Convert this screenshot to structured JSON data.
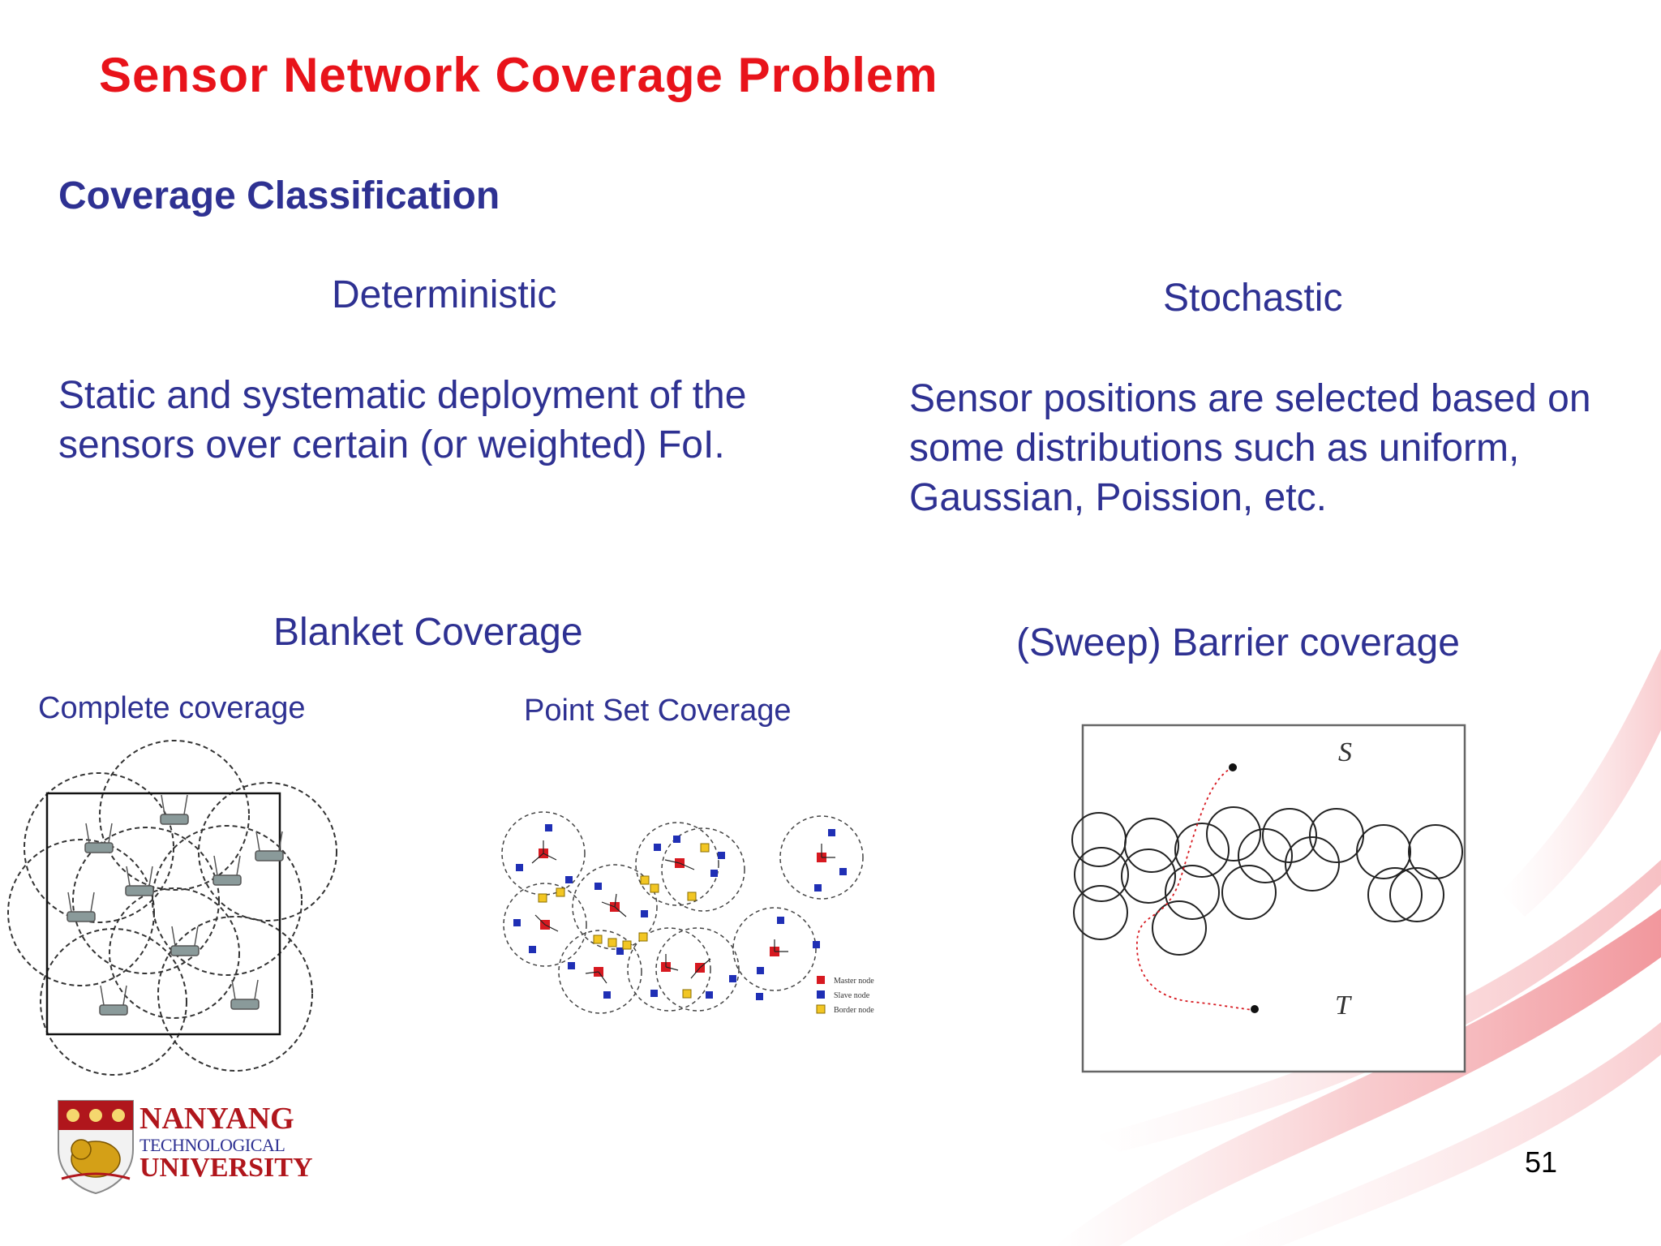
{
  "slide": {
    "title": "Sensor Network Coverage Problem",
    "subtitle": "Coverage Classification",
    "page_number": "51"
  },
  "deterministic": {
    "heading": "Deterministic",
    "description": "Static and systematic deployment of the sensors over certain (or weighted) FoI."
  },
  "stochastic": {
    "heading": "Stochastic",
    "description": "Sensor positions are selected based on some distributions such as uniform, Gaussian, Poission, etc."
  },
  "blanket": {
    "heading": "Blanket Coverage",
    "complete_label": "Complete coverage",
    "point_set_label": "Point Set Coverage"
  },
  "barrier": {
    "heading": "(Sweep) Barrier coverage",
    "source_label": "S",
    "target_label": "T"
  },
  "point_set_legend": {
    "master": "Master node",
    "slave": "Slave node",
    "border": "Border node"
  },
  "logo": {
    "line1": "NANYANG",
    "line2": "TECHNOLOGICAL",
    "line3": "UNIVERSITY"
  },
  "colors": {
    "title": "#e8131a",
    "text": "#2e3192",
    "master_node": "#d71920",
    "slave_node": "#1f2fb5",
    "border_node": "#f2c623"
  }
}
